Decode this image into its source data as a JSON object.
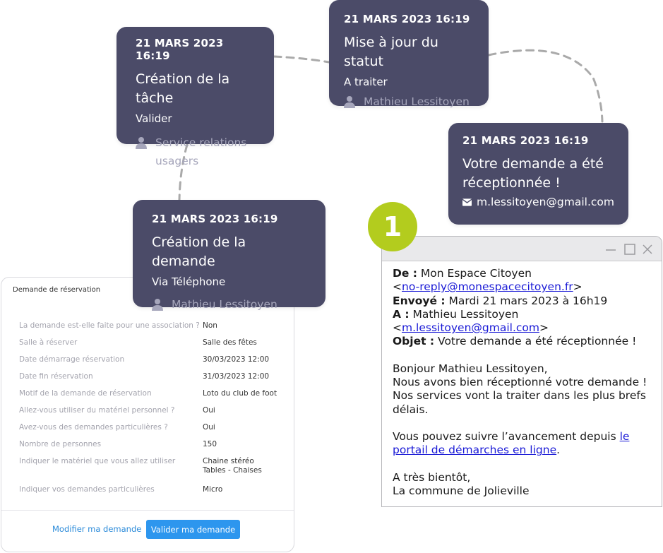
{
  "cards": {
    "creation_tache": {
      "date": "21 MARS 2023 16:19",
      "title": "Création de la tâche",
      "sub": "Valider",
      "person": "Service relations usagers",
      "person_icon": "person-icon"
    },
    "mise_a_jour": {
      "date": "21 MARS 2023 16:19",
      "title": "Mise à jour du statut",
      "sub": "A traiter",
      "person": "Mathieu Lessitoyen",
      "person_icon": "person-icon"
    },
    "demande_recue": {
      "date": "21 MARS 2023 16:19",
      "title": "Votre demande a été réceptionnée !",
      "email": "m.lessitoyen@gmail.com",
      "email_icon": "mail-icon"
    },
    "creation_demande": {
      "date": "21 MARS 2023 16:19",
      "title": "Création de la demande",
      "sub": "Via Téléphone",
      "person": "Mathieu Lessitoyen",
      "person_icon": "person-icon"
    }
  },
  "form": {
    "title": "Demande de réservation",
    "rows": [
      {
        "label": "La demande est-elle faite pour une association ?",
        "value": "Non"
      },
      {
        "label": "Salle à réserver",
        "value": "Salle des fêtes"
      },
      {
        "label": "Date démarrage réservation",
        "value": "30/03/2023 12:00"
      },
      {
        "label": "Date fin réservation",
        "value": "31/03/2023 12:00"
      },
      {
        "label": "Motif de la demande de réservation",
        "value": "Loto du club de foot"
      },
      {
        "label": "Allez-vous utiliser du matériel personnel ?",
        "value": "Oui"
      },
      {
        "label": "Avez-vous des demandes particulières ?",
        "value": "Oui"
      },
      {
        "label": "Nombre de personnes",
        "value": "150"
      },
      {
        "label": "Indiquer le matériel que vous allez utiliser",
        "value": "Chaine stéréo\nTables - Chaises"
      },
      {
        "label": "Indiquer vos demandes particulières",
        "value": "Micro"
      }
    ],
    "modify_label": "Modifier ma demande",
    "validate_label": "Valider ma demande"
  },
  "badge": {
    "number": "1",
    "color": "#b3cc1e"
  },
  "email": {
    "from_label": "De :",
    "from_name": "Mon Espace Citoyen",
    "from_address": "no-reply@monespacecitoyen.fr",
    "sent_label": "Envoyé :",
    "sent_value": "Mardi 21 mars 2023 à 16h19",
    "to_label": "A :",
    "to_name": "Mathieu Lessitoyen",
    "to_address": "m.lessitoyen@gmail.com",
    "subject_label": "Objet :",
    "subject_value": "Votre demande a été réceptionnée !",
    "greeting": "Bonjour Mathieu Lessitoyen,",
    "line1": "Nous avons bien réceptionné votre demande !",
    "line2": "Nos services vont la traiter dans les plus brefs délais.",
    "follow_text": "Vous pouvez suivre l’avancement depuis",
    "follow_link": "le portail de démarches en ligne",
    "signoff": "A très bientôt,",
    "signature": "La commune de Jolieville"
  },
  "window_controls": [
    "minimize-icon",
    "maximize-icon",
    "close-icon"
  ],
  "colors": {
    "card_bg": "#4b4b68",
    "accent_blue": "#2d96ee",
    "badge_green": "#b3cc1e"
  }
}
